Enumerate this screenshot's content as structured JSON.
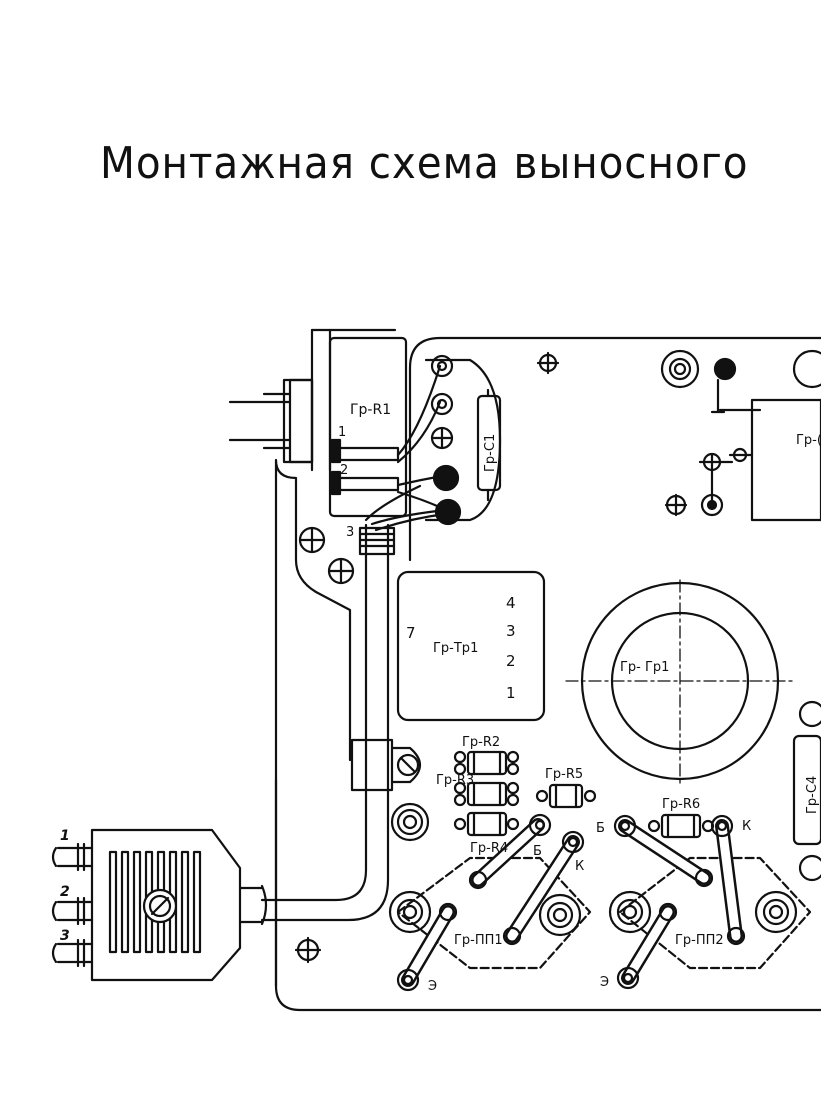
{
  "title": "Монтажная схема выносного",
  "labels": {
    "r1": "Гр-R1",
    "c1": "Гр-С1",
    "c_right": "Гр-(",
    "tr1": "Гр-Тр1",
    "gr1": "Гр- Гр1",
    "r2": "Гр-R2",
    "r3": "Гр-R3",
    "r4": "Гр-R4",
    "r5": "Гр-R5",
    "r6": "Гр-R6",
    "c4": "Гр-С4",
    "pp1": "Гр-ПП1",
    "pp2": "Гр-ПП2",
    "b": "Б",
    "k": "К",
    "e": "Э"
  },
  "transformer_pins": [
    "4",
    "3",
    "2",
    "1",
    "7"
  ],
  "r1_pins": [
    "1",
    "2",
    "3"
  ],
  "plug_pins": [
    "1",
    "2",
    "3"
  ]
}
